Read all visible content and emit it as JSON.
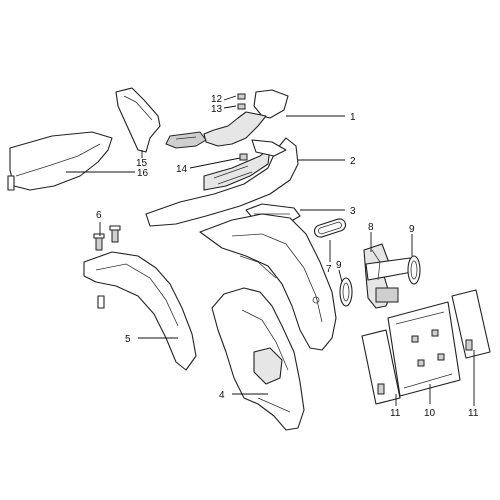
{
  "callouts": [
    {
      "id": "c1",
      "text": "1"
    },
    {
      "id": "c2",
      "text": "2"
    },
    {
      "id": "c3",
      "text": "3"
    },
    {
      "id": "c4",
      "text": "4"
    },
    {
      "id": "c5",
      "text": "5"
    },
    {
      "id": "c6",
      "text": "6"
    },
    {
      "id": "c7",
      "text": "7"
    },
    {
      "id": "c8",
      "text": "8"
    },
    {
      "id": "c9a",
      "text": "9"
    },
    {
      "id": "c9b",
      "text": "9"
    },
    {
      "id": "c10",
      "text": "10"
    },
    {
      "id": "c11a",
      "text": "11"
    },
    {
      "id": "c11b",
      "text": "11"
    },
    {
      "id": "c12",
      "text": "12"
    },
    {
      "id": "c13",
      "text": "13"
    },
    {
      "id": "c14",
      "text": "14"
    },
    {
      "id": "c15",
      "text": "15"
    },
    {
      "id": "c16",
      "text": "16"
    }
  ]
}
